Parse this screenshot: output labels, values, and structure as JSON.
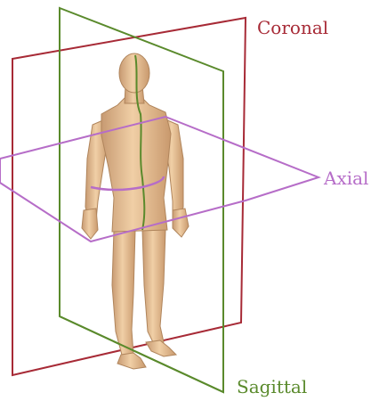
{
  "labels": {
    "coronal": "Coronal",
    "axial": "Axial",
    "sagittal": "Sagittal"
  },
  "colors": {
    "coronal": "#a72a36",
    "axial": "#b66dc8",
    "sagittal": "#5a8a2c",
    "skin": "#e9c297",
    "skin_shadow": "#c79a72",
    "background": "#ffffff"
  },
  "icons": {
    "figure": "human-body-figure-icon"
  }
}
